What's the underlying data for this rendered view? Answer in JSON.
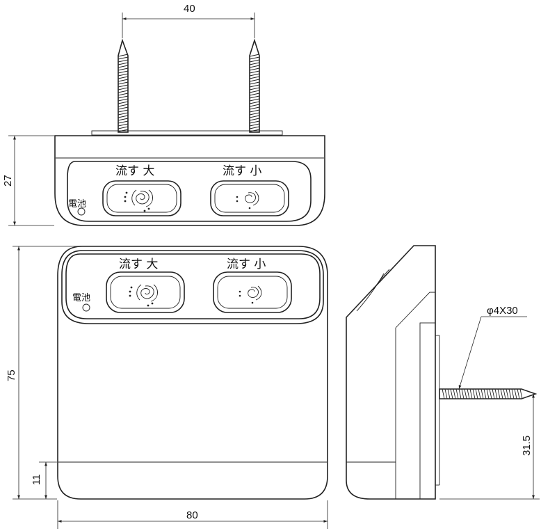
{
  "dimensions": {
    "screw_spacing": "40",
    "top_height": "27",
    "front_height": "75",
    "base_height": "11",
    "front_width": "80",
    "screw_size": "φ4X30",
    "screw_height": "31.5"
  },
  "buttons": {
    "large_flush": "流す 大",
    "small_flush": "流す 小"
  },
  "battery_label": "電池"
}
